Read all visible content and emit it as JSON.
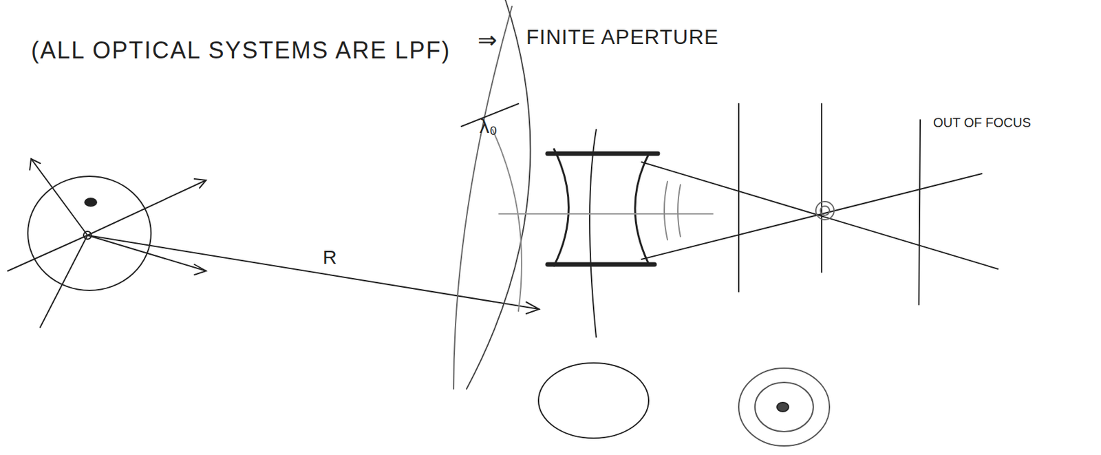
{
  "diagram": {
    "labels": [
      "(ALL OPTICAL SYSTEMS ARE LPF)",
      "⇒",
      "FINITE APERTURE",
      "λ₀",
      "R",
      "OUT OF FOCUS"
    ]
  }
}
